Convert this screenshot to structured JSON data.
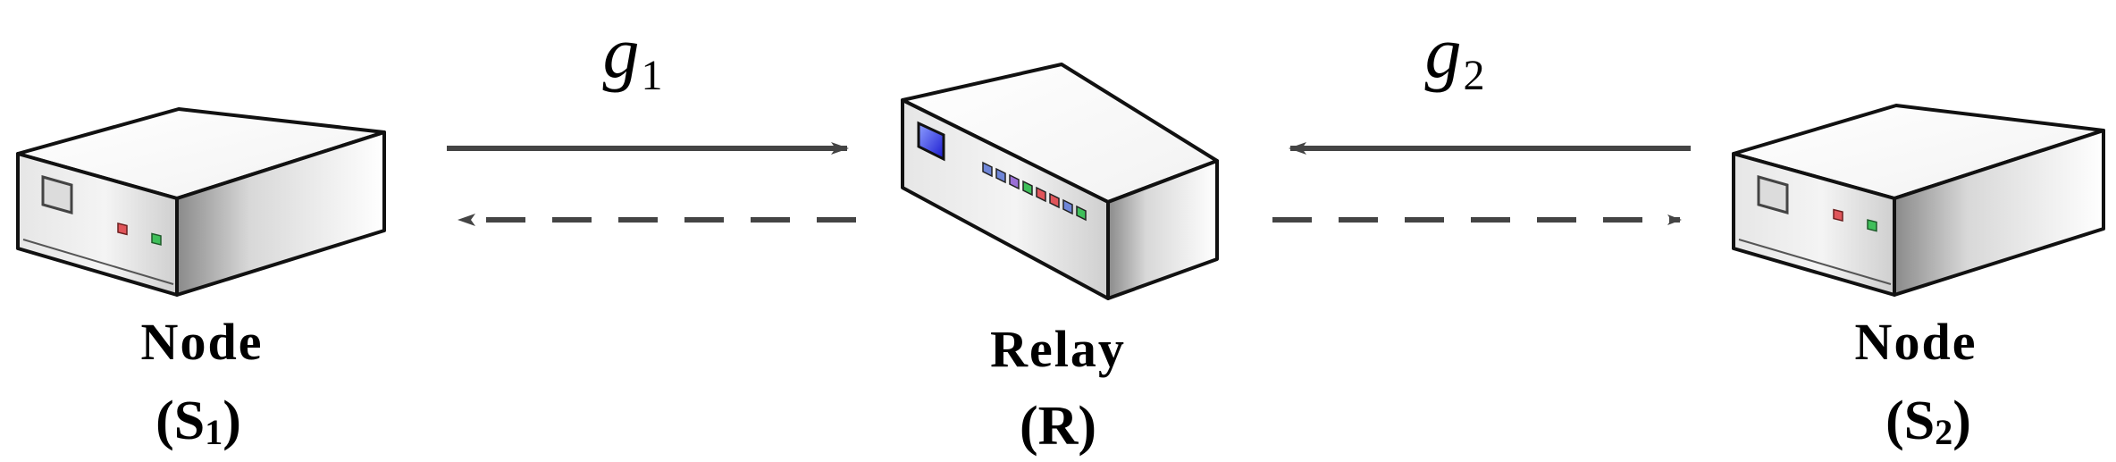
{
  "nodes": {
    "s1": {
      "name": "Node",
      "symbol": "S",
      "symbol_sub": "1",
      "paren_open": "(",
      "paren_close": ")"
    },
    "relay": {
      "name": "Relay",
      "symbol": "R",
      "paren_open": "(",
      "paren_close": ")"
    },
    "s2": {
      "name": "Node",
      "symbol": "S",
      "symbol_sub": "2",
      "paren_open": "(",
      "paren_close": ")"
    }
  },
  "links": {
    "g1": {
      "symbol": "g",
      "sub": "1"
    },
    "g2": {
      "symbol": "g",
      "sub": "2"
    }
  },
  "colors": {
    "arrow": "#444444",
    "device_top": "#ffffff",
    "device_outline": "#111111",
    "led_red": "#e0555a",
    "led_green": "#3fbf5a",
    "led_blue": "#6f86d8",
    "led_purple": "#9a6fd6",
    "screen_blue": "#2a2ad8"
  }
}
